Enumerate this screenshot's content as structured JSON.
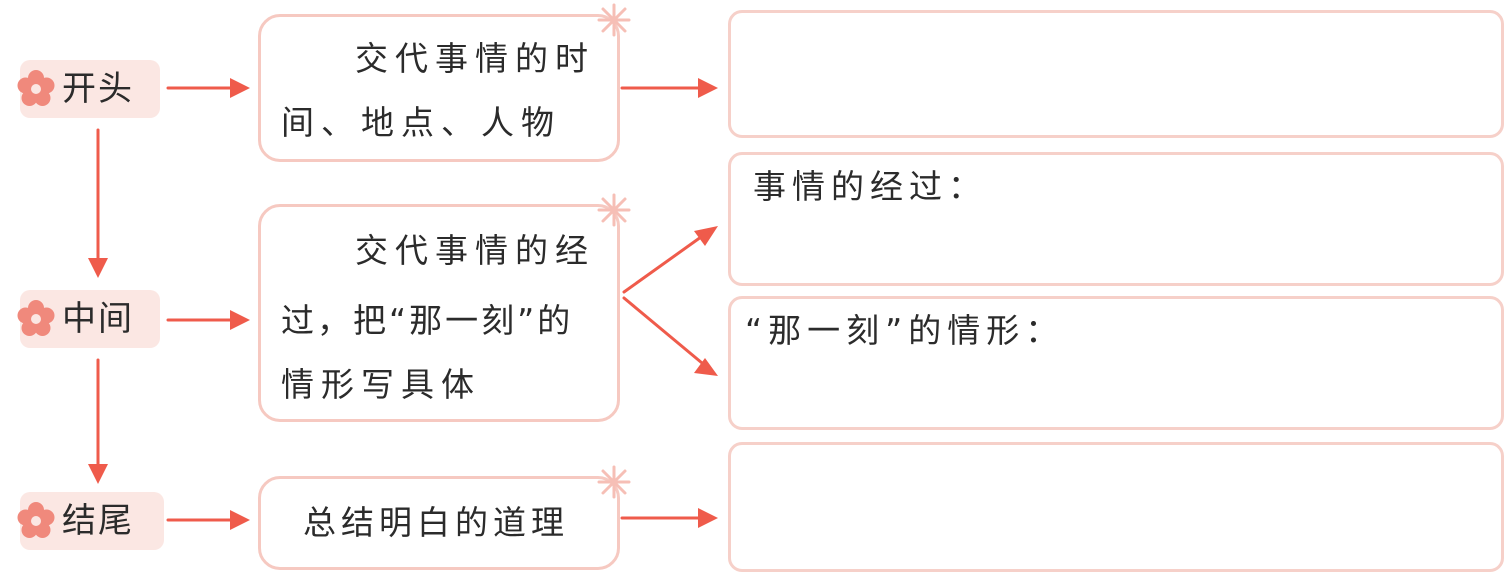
{
  "colors": {
    "accent": "#ef5b4b",
    "box_border": "#f6c9c1",
    "tag_bg": "#fbe7e3"
  },
  "sections": {
    "start": {
      "label": "开头",
      "line1": "交代事情的时",
      "line2": "间、地点、人物"
    },
    "middle": {
      "label": "中间",
      "line1": "交代事情的经",
      "line2": "过，把“那一刻”的",
      "line3": "情形写具体",
      "answer1": "事情的经过：",
      "answer2": "“那一刻”的情形："
    },
    "end": {
      "label": "结尾",
      "line1": "总结明白的道理"
    }
  }
}
